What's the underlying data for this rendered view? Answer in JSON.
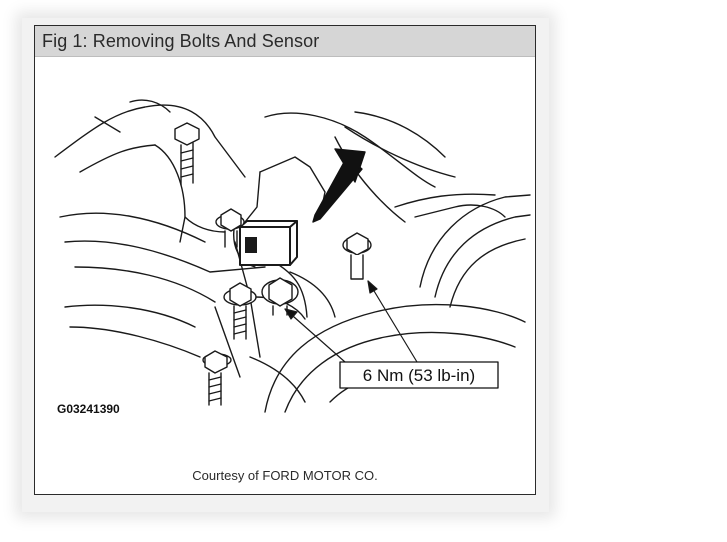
{
  "figure": {
    "title": "Fig 1: Removing Bolts And Sensor",
    "code": "G03241390",
    "torque_callout": "6 Nm (53 lb-in)",
    "courtesy": "Courtesy of FORD MOTOR CO."
  }
}
